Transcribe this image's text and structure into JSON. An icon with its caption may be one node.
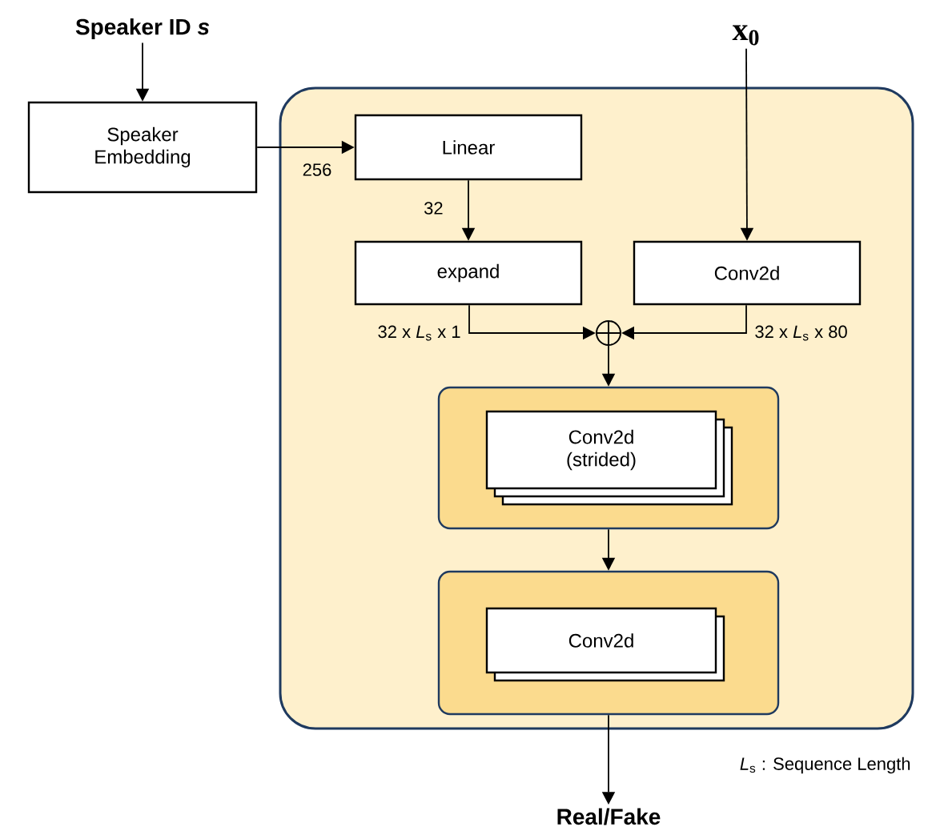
{
  "diagram": {
    "nodes": [
      {
        "text": [
          "Speaker ID *s*"
        ]
      },
      {
        "text": [
          "Speaker Embedding"
        ]
      },
      {
        "text": [],
        "shape": "box"
      },
      {
        "text": [
          "Linear"
        ],
        "in": 2
      },
      {
        "text": [
          "expand"
        ],
        "in": 2
      },
      {
        "text": [
          "x$_{0}$"
        ]
      },
      {
        "text": [
          "Conv2d"
        ],
        "in": 2
      },
      {
        "text": [],
        "shape": "circle",
        "in": 2
      },
      {
        "text": [],
        "shape": "box",
        "in": 2
      },
      {
        "text": [
          "Conv2d (strided)"
        ],
        "in": 8
      },
      {
        "text": [],
        "shape": "box",
        "in": 2
      },
      {
        "text": [
          "Conv2d"
        ],
        "in": 10
      },
      {
        "text": [
          "Real/Fake"
        ]
      }
    ],
    "edges": [
      {
        "from": 0,
        "to": 1,
        "arrow": "to"
      },
      {
        "from": 1,
        "to": 3,
        "arrow": "to",
        "label": "256"
      },
      {
        "from": 3,
        "to": 4,
        "arrow": "to",
        "label": "32"
      },
      {
        "from": 5,
        "to": 6,
        "arrow": "to"
      },
      {
        "from": 4,
        "to": 7,
        "arrow": "to",
        "label": "32 x *L*$_{s}$ x 1"
      },
      {
        "from": 6,
        "to": 7,
        "arrow": "to",
        "label": "32 x *L*$_{s}$ x 80"
      },
      {
        "from": 7,
        "to": 8,
        "arrow": "to"
      },
      {
        "from": 8,
        "to": 10,
        "arrow": "to"
      },
      {
        "from": 10,
        "to": 12,
        "arrow": "to"
      }
    ],
    "labels": [
      "*L*$_{s}$ : Sequence Length"
    ]
  }
}
